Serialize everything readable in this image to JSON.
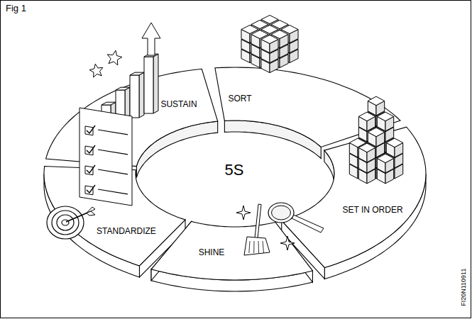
{
  "diagram": {
    "nodes": [
      {
        "text": [
          "5S"
        ]
      },
      {
        "text": [
          "SORT"
        ]
      },
      {
        "text": [
          "SET IN ORDER"
        ]
      },
      {
        "text": [
          "SHINE"
        ]
      },
      {
        "text": [
          "STANDARDIZE"
        ]
      },
      {
        "text": [
          "SUSTAIN"
        ]
      }
    ],
    "labels": [
      "Fig 1",
      "FI20N110911"
    ]
  }
}
